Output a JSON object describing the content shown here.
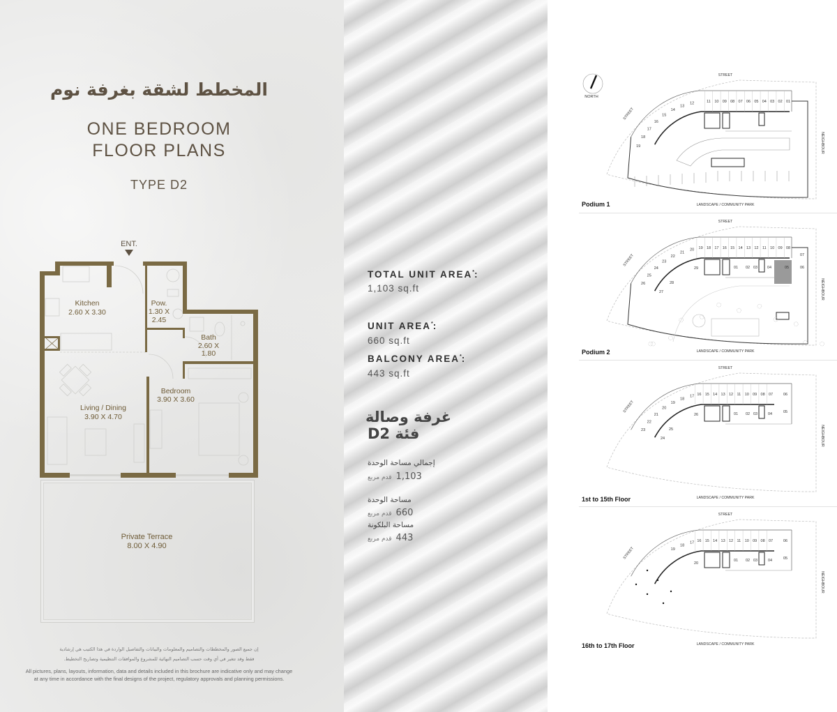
{
  "header": {
    "title_ar": "المخطط لشقة بغرفة نوم",
    "title_en_line1": "ONE BEDROOM",
    "title_en_line2": "FLOOR PLANS",
    "type": "TYPE D2"
  },
  "floor_plan": {
    "entrance": "ENT.",
    "wall_color": "#7a6a44",
    "rooms": {
      "kitchen": {
        "name": "Kitchen",
        "dims": "2.60 X 3.30"
      },
      "powder": {
        "name": "Pow.",
        "dims_line1": "1.30 X",
        "dims_line2": "2.45"
      },
      "bath": {
        "name": "Bath",
        "dims_line1": "2.60 X",
        "dims_line2": "1.80"
      },
      "bedroom": {
        "name": "Bedroom",
        "dims": "3.90 X 3.60"
      },
      "living": {
        "name": "Living / Dining",
        "dims": "3.90 X 4.70"
      },
      "terrace": {
        "name": "Private Terrace",
        "dims": "8.00 X 4.90"
      }
    }
  },
  "areas": {
    "total_label": "TOTAL UNIT AREA",
    "total_value": "1,103 sq.ft",
    "unit_label": "UNIT AREA",
    "unit_value": "660 sq.ft",
    "balcony_label": "BALCONY AREA",
    "balcony_value": "443 sq.ft",
    "asterisk": "*",
    "colon": ":"
  },
  "areas_ar": {
    "heading_line1": "غرفة وصالة",
    "heading_line2": "فئة D2",
    "total_label": "إجمالي مساحة الوحدة",
    "total_value": "1,103",
    "unit_label": "مساحة الوحدة",
    "unit_value": "660",
    "balcony_label": "مساحة البلكونة",
    "balcony_value": "443",
    "unit": "قدم مربع"
  },
  "disclaimer": {
    "ar_line1": "إن جميع الصور والمخططات والتصاميم والمعلومات والبيانات والتفاصيل الواردة في هذا الكتيب هي إرشادية",
    "ar_line2": "فقط وقد تتغير في أي وقت حسب التصاميم النهائية للمشروع والموافقات التنظيمية وتصاريح التخطيط.",
    "en_line1": "All pictures, plans, layouts, information, data and details included in this brochure are indicative only and may change",
    "en_line2": "at any time in accordance with the final designs of the project, regulatory approvals and planning permissions."
  },
  "site_plans": [
    {
      "title": "Podium 1",
      "north": "NORTH",
      "street_top": "STREET",
      "street_side": "STREET",
      "neighbour": "NEIGHBOUR",
      "park": "LANDSCAPE / COMMUNITY PARK",
      "units_top": [
        "11",
        "10",
        "09",
        "08",
        "07",
        "06",
        "05",
        "04",
        "03",
        "02",
        "01"
      ],
      "units_arc": [
        "12",
        "13",
        "14",
        "15",
        "16",
        "17",
        "18",
        "19"
      ],
      "units_inner": []
    },
    {
      "title": "Podium 2",
      "street_top": "STREET",
      "street_side": "STREET",
      "neighbour": "NEIGHBOUR",
      "park": "LANDSCAPE / COMMUNITY PARK",
      "units_top": [
        "19",
        "18",
        "17",
        "16",
        "15",
        "14",
        "13",
        "12",
        "11",
        "10",
        "09",
        "08"
      ],
      "units_arc": [
        "20",
        "21",
        "22",
        "23",
        "24",
        "25",
        "26"
      ],
      "units_inner": [
        "07",
        "06",
        "29",
        "28",
        "27",
        "01",
        "02",
        "03",
        "04",
        "05"
      ],
      "highlighted_unit": "05",
      "highlight_color": "#9a9a9a"
    },
    {
      "title": "1st to 15th Floor",
      "street_top": "STREET",
      "street_side": "STREET",
      "neighbour": "NEIGHBOUR",
      "park": "LANDSCAPE / COMMUNITY PARK",
      "units_top": [
        "16",
        "15",
        "14",
        "13",
        "12",
        "11",
        "10",
        "09",
        "08",
        "07"
      ],
      "units_arc": [
        "17",
        "18",
        "19",
        "20",
        "21",
        "22",
        "23"
      ],
      "units_inner": [
        "06",
        "05",
        "26",
        "25",
        "24",
        "01",
        "02",
        "03",
        "04"
      ]
    },
    {
      "title": "16th to 17th Floor",
      "street_top": "STREET",
      "street_side": "STREET",
      "neighbour": "NEIGHBOUR",
      "park": "LANDSCAPE / COMMUNITY PARK",
      "units_top": [
        "16",
        "15",
        "14",
        "13",
        "12",
        "11",
        "10",
        "09",
        "08",
        "07"
      ],
      "units_arc": [
        "17",
        "18",
        "19"
      ],
      "units_inner": [
        "06",
        "05",
        "20",
        "01",
        "02",
        "03",
        "04"
      ]
    }
  ]
}
